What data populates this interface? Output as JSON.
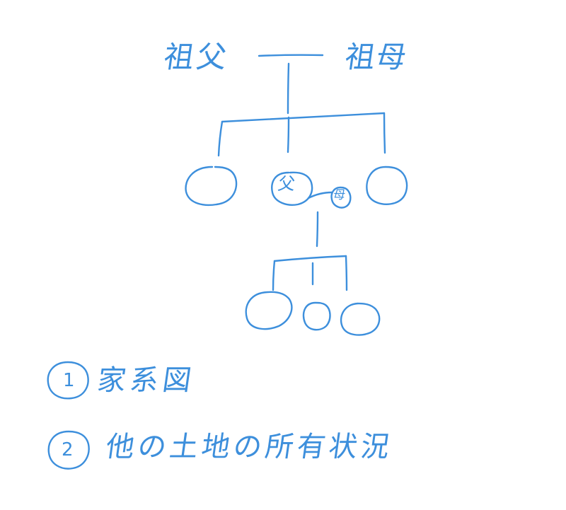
{
  "diagram": {
    "type": "family-tree",
    "ink_color": "#3d8fdc",
    "grandfather": "祖父",
    "grandmother": "祖母",
    "father": "父",
    "mother": "母"
  },
  "list": {
    "item1": {
      "number": "1",
      "text": "家系図"
    },
    "item2": {
      "number": "2",
      "text": "他の土地の所有状況"
    }
  }
}
